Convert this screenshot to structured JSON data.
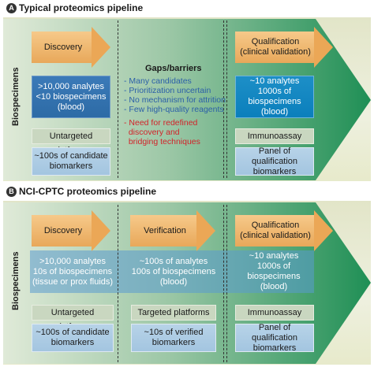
{
  "panel_a": {
    "letter": "A",
    "title": "Typical proteomics pipeline",
    "side_label": "Biospecimens",
    "stages": [
      {
        "line1": "Discovery",
        "line2": ""
      },
      {
        "line1": "Qualification",
        "line2": "(clinical validation)"
      }
    ],
    "gaps": {
      "title": "Gaps/barriers",
      "items_blue": [
        "- Many candidates",
        "- Prioritization uncertain",
        "- No mechanism for attrition",
        "- Few high-quality reagents"
      ],
      "items_red": [
        "- Need for redefined",
        "  discovery and",
        "  bridging techniques"
      ]
    },
    "left_analytes": {
      "line1": ">10,000 analytes",
      "line2": "<10 biospecimens",
      "line3": "(blood)"
    },
    "right_analytes": {
      "line1": "~10 analytes",
      "line2": "1000s of biospecimens",
      "line3": "(blood)"
    },
    "platforms": [
      "Untargeted platforms",
      "Immunoassay"
    ],
    "outputs": [
      {
        "line1": "~100s of candidate",
        "line2": "biomarkers"
      },
      {
        "line1": "Panel of qualification",
        "line2": "biomarkers"
      }
    ]
  },
  "panel_b": {
    "letter": "B",
    "title": "NCI-CPTC proteomics pipeline",
    "side_label": "Biospecimens",
    "stages": [
      {
        "line1": "Discovery",
        "line2": ""
      },
      {
        "line1": "Verification",
        "line2": ""
      },
      {
        "line1": "Qualification",
        "line2": "(clinical validation)"
      }
    ],
    "analytes": [
      {
        "line1": ">10,000 analytes",
        "line2": "10s of biospecimens",
        "line3": "(tissue or prox fluids)"
      },
      {
        "line1": "~100s of analytes",
        "line2": "100s of biospecimens",
        "line3": "(blood)"
      },
      {
        "line1": "~10 analytes",
        "line2": "1000s of biospecimens",
        "line3": "(blood)"
      }
    ],
    "platforms": [
      "Untargeted platforms",
      "Targeted platforms",
      "Immunoassay"
    ],
    "outputs": [
      {
        "line1": "~100s of candidate",
        "line2": "biomarkers"
      },
      {
        "line1": "~10s of verified",
        "line2": "biomarkers"
      },
      {
        "line1": "Panel of qualification",
        "line2": "biomarkers"
      }
    ]
  },
  "colors": {
    "stage_orange": "#e8a85a",
    "analyte_blue": "#2d6ba6",
    "bright_blue": "#0b7fbc",
    "light_blue": "#a3c5e0",
    "platform_green": "#c9d7c0",
    "arrow_green": "#2e8b57",
    "gap_blue": "#2b5fa8",
    "gap_red": "#d2232a"
  }
}
